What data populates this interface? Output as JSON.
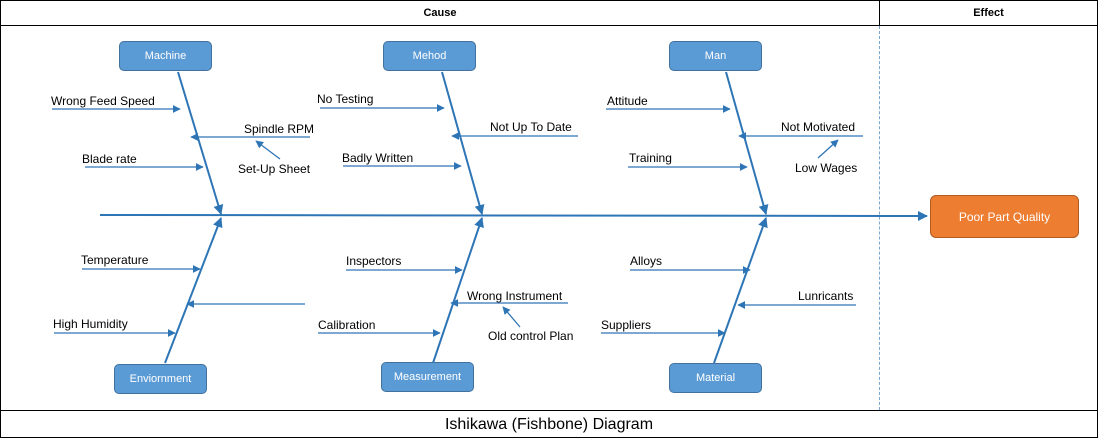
{
  "header": {
    "cause": "Cause",
    "effect": "Effect"
  },
  "footer": {
    "title": "Ishikawa (Fishbone) Diagram"
  },
  "effect": {
    "label": "Poor Part Quality",
    "color": "#ed7d31"
  },
  "categories": {
    "machine": "Machine",
    "method": "Mehod",
    "man": "Man",
    "environment": "Enviornment",
    "measurement": "Measurement",
    "material": "Material"
  },
  "causes": {
    "machine": [
      "Wrong Feed Speed",
      "Spindle RPM",
      "Set-Up Sheet",
      "Blade rate"
    ],
    "method": [
      "No Testing",
      "Not Up To Date",
      "Badly Written"
    ],
    "man": [
      "Attitude",
      "Not Motivated",
      "Low Wages",
      "Training"
    ],
    "environment": [
      "Temperature",
      "High Humidity"
    ],
    "measurement": [
      "Inspectors",
      "Wrong Instrument",
      "Old control Plan",
      "Calibration"
    ],
    "material": [
      "Alloys",
      "Lunricants",
      "Suppliers"
    ]
  },
  "colors": {
    "category_fill": "#5b9bd5",
    "line": "#2e75b6"
  }
}
